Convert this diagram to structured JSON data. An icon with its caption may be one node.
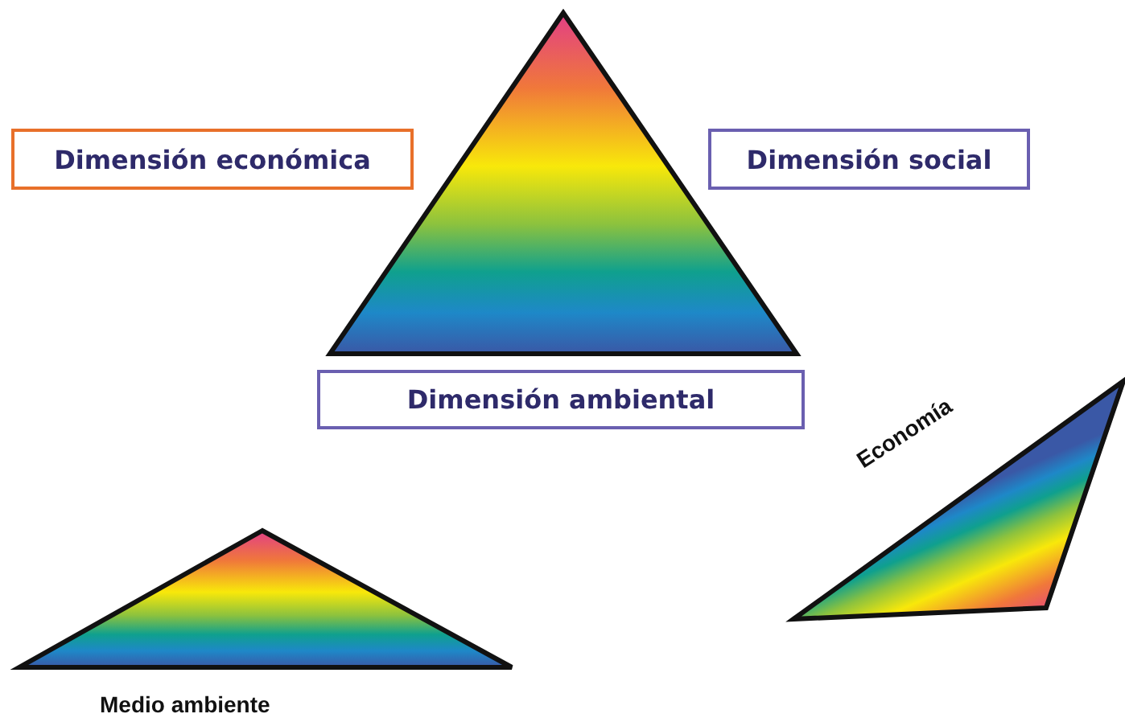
{
  "diagram": {
    "nodes": [
      {
        "text": [],
        "shape": "triangle"
      },
      {
        "text": [
          "Dimensión económica"
        ]
      },
      {
        "text": [
          "Dimensión social"
        ]
      },
      {
        "text": [
          "Dimensión ambiental"
        ]
      },
      {
        "text": [],
        "shape": "triangle",
        "beside": [
          "Economía"
        ]
      },
      {
        "text": [],
        "shape": "triangle",
        "beside": [
          "Medio ambiente"
        ]
      }
    ]
  }
}
